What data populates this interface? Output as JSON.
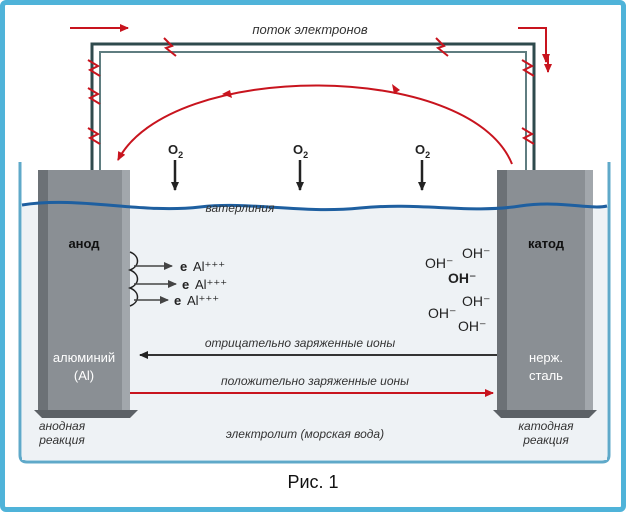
{
  "title": "поток электронов",
  "waterline": "ватерлиния",
  "anode": {
    "label": "анод",
    "material_line1": "алюминий",
    "material_line2": "(Al)",
    "reaction_line1": "анодная",
    "reaction_line2": "реакция"
  },
  "cathode": {
    "label": "катод",
    "material_line1": "нерж.",
    "material_line2": "сталь",
    "reaction_line1": "катодная",
    "reaction_line2": "реакция"
  },
  "oxygen": [
    "O",
    "O",
    "O"
  ],
  "oxygen_sub": "2",
  "aluminum_ions": [
    "Al⁺⁺⁺",
    "Al⁺⁺⁺",
    "Al⁺⁺⁺"
  ],
  "electron_symbol": "e",
  "hydroxide_ions": [
    "OH⁻",
    "OH⁻",
    "OH⁻",
    "OH⁻",
    "OH⁻",
    "OH⁻"
  ],
  "negative_ions": "отрицательно заряженные ионы",
  "positive_ions": "положительно заряженные ионы",
  "electrolyte": "электролит (морская вода)",
  "caption": "Рис. 1",
  "colors": {
    "frame": "#4fb3d9",
    "arrow_red": "#c8141e",
    "water": "#1e5fa0",
    "electrode": "#7f8489",
    "wire": "#2f4a4d"
  }
}
